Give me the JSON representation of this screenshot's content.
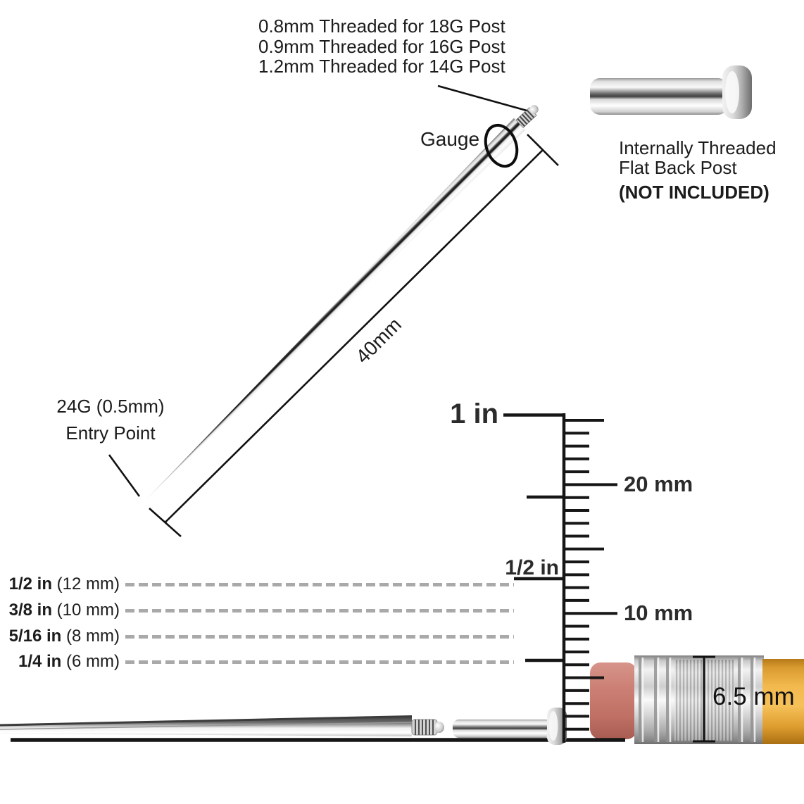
{
  "annotations": {
    "thread_specs": [
      "0.8mm Threaded for 18G Post",
      "0.9mm Threaded for 16G Post",
      "1.2mm Threaded for 14G Post"
    ],
    "gauge_label": "Gauge",
    "length_label": "40mm",
    "entry_point_line1": "24G (0.5mm)",
    "entry_point_line2": "Entry Point",
    "post_note_line1": "Internally Threaded",
    "post_note_line2": "Flat Back Post",
    "post_note_line3": "(NOT INCLUDED)"
  },
  "size_rows": [
    {
      "fraction": "1/2 in",
      "metric": "(12 mm)"
    },
    {
      "fraction": "3/8 in",
      "metric": "(10 mm)"
    },
    {
      "fraction": "5/16 in",
      "metric": "(8 mm)"
    },
    {
      "fraction": "1/4 in",
      "metric": "(6 mm)"
    }
  ],
  "ruler": {
    "one_inch": "1 in",
    "twenty_mm": "20 mm",
    "half_inch": "1/2 in",
    "ten_mm": "10 mm"
  },
  "pencil": {
    "ferrule_width": "6.5 mm"
  },
  "colors": {
    "eraser_pink": "#c87b70",
    "ferrule_silver": "#d8d8d8",
    "pencil_yellow": "#eca93f",
    "dash_gray": "#a9a9a9",
    "ink_black": "#1c1c1c"
  }
}
